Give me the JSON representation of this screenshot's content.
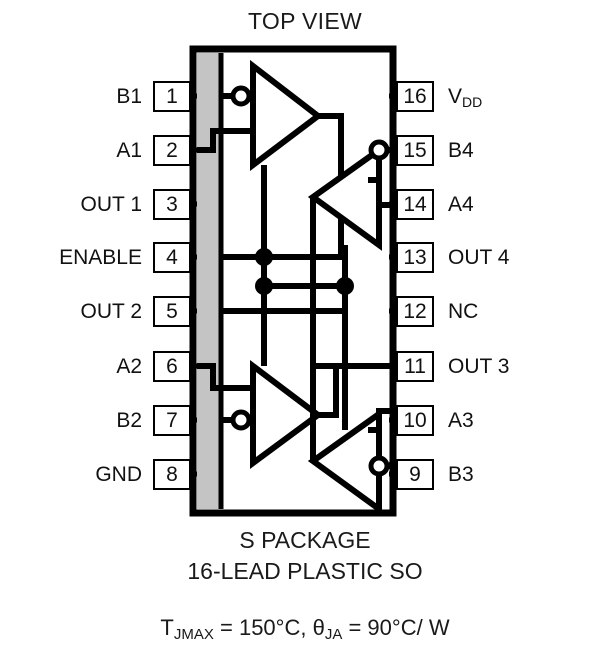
{
  "title": "TOP VIEW",
  "package": {
    "name_line1": "S PACKAGE",
    "name_line2": "16-LEAD PLASTIC SO",
    "thermal": {
      "tjmax_symbol": "T",
      "tjmax_sub": "JMAX",
      "tjmax_value": " = 150°C, ",
      "theta_symbol": "θ",
      "theta_sub": "JA",
      "theta_value": " = 90°C/ W",
      "full_text": "TJMAX = 150°C, θJA = 90°C/ W"
    }
  },
  "pins": {
    "left": [
      {
        "number": "1",
        "name": "B1"
      },
      {
        "number": "2",
        "name": "A1"
      },
      {
        "number": "3",
        "name": "OUT 1"
      },
      {
        "number": "4",
        "name": "ENABLE"
      },
      {
        "number": "5",
        "name": "OUT 2"
      },
      {
        "number": "6",
        "name": "A2"
      },
      {
        "number": "7",
        "name": "B2"
      },
      {
        "number": "8",
        "name": "GND"
      }
    ],
    "right": [
      {
        "number": "16",
        "name": "V",
        "sub": "DD"
      },
      {
        "number": "15",
        "name": "B4",
        "sub": ""
      },
      {
        "number": "14",
        "name": "A4",
        "sub": ""
      },
      {
        "number": "13",
        "name": "OUT 4",
        "sub": ""
      },
      {
        "number": "12",
        "name": "NC",
        "sub": ""
      },
      {
        "number": "11",
        "name": "OUT 3",
        "sub": ""
      },
      {
        "number": "10",
        "name": "A3",
        "sub": ""
      },
      {
        "number": "9",
        "name": "B3",
        "sub": ""
      }
    ]
  },
  "schematic": {
    "description": "Quad comparator internal block diagram",
    "channels": [
      {
        "label": "channel-1",
        "inverting_input": "B1",
        "noninverting_input": "A1",
        "output": "OUT 1"
      },
      {
        "label": "channel-2",
        "inverting_input": "B2",
        "noninverting_input": "A2",
        "output": "OUT 2"
      },
      {
        "label": "channel-3",
        "inverting_input": "B3",
        "noninverting_input": "A3",
        "output": "OUT 3"
      },
      {
        "label": "channel-4",
        "inverting_input": "B4",
        "noninverting_input": "A4",
        "output": "OUT 4"
      }
    ],
    "enable_net": "ENABLE"
  },
  "colors": {
    "ink": "#000000",
    "shading": "#c4c4c4",
    "background": "#ffffff"
  }
}
